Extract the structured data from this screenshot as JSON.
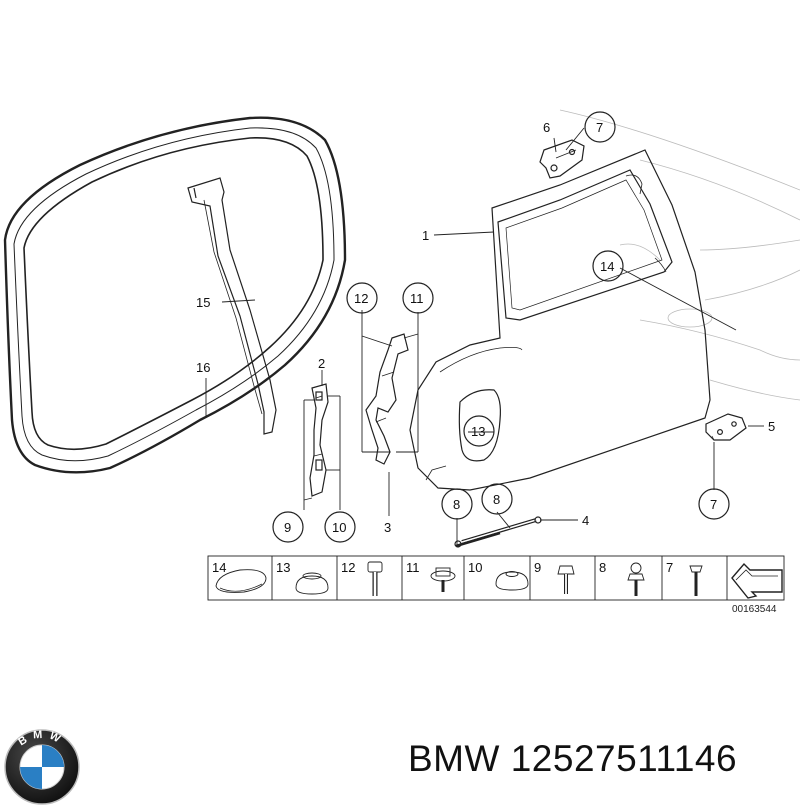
{
  "diagram": {
    "callouts": {
      "c1": "1",
      "c2": "2",
      "c3": "3",
      "c4": "4",
      "c5": "5",
      "c6": "6",
      "c7a": "7",
      "c7b": "7",
      "c8a": "8",
      "c8b": "8",
      "c9": "9",
      "c10": "10",
      "c11": "11",
      "c12": "12",
      "c13": "13",
      "c14": "14",
      "c15": "15",
      "c16": "16"
    },
    "strip": [
      "14",
      "13",
      "12",
      "11",
      "10",
      "9",
      "8",
      "7"
    ],
    "reference_code": "00163544"
  },
  "brand": {
    "logo_letters": "BMW",
    "caption_brand": "BMW",
    "caption_part": "12527511146"
  },
  "colors": {
    "line": "#222222",
    "logo_blue": "#2a7fc4",
    "logo_ring": "#1c1c1c"
  }
}
